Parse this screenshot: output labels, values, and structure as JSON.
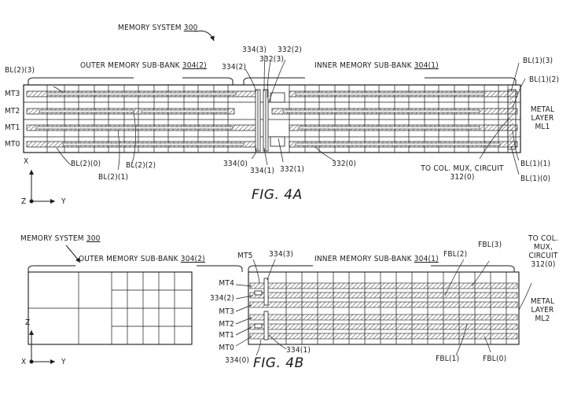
{
  "colors": {
    "ink": "#1a1a1a",
    "hatch": "#6b6b6b",
    "paper": "#ffffff"
  },
  "fig4a": {
    "system_label": "MEMORY SYSTEM",
    "system_ref": "300",
    "outer_prefix": "OUTER MEMORY SUB-BANK",
    "outer_ref": "304(2)",
    "inner_prefix": "INNER MEMORY SUB-BANK",
    "inner_ref": "304(1)",
    "tracks": [
      "MT3",
      "MT2",
      "MT1",
      "MT0"
    ],
    "bl_outer_top": "BL(2)(3)",
    "bl_outer_0": "BL(2)(0)",
    "bl_outer_1": "BL(2)(1)",
    "bl_outer_2": "BL(2)(2)",
    "bl_inner_3": "BL(1)(3)",
    "bl_inner_2": "BL(1)(2)",
    "bl_inner_1": "BL(1)(1)",
    "bl_inner_0": "BL(1)(0)",
    "via_334_2": "334(2)",
    "via_334_3": "334(3)",
    "via_334_0": "334(0)",
    "via_334_1": "334(1)",
    "cut_332_2": "332(2)",
    "cut_332_3": "332(3)",
    "cut_332_1": "332(1)",
    "cut_332_0": "332(0)",
    "metal_layer_line1": "METAL",
    "metal_layer_line2": "LAYER",
    "metal_layer_line3": "ML1",
    "to_col_mux": "TO COL. MUX, CIRCUIT",
    "to_col_mux_ref": "312(0)",
    "axis_z": "Z",
    "axis_x": "X",
    "axis_y": "Y",
    "caption": "FIG. 4A"
  },
  "fig4b": {
    "system_label": "MEMORY SYSTEM",
    "system_ref": "300",
    "outer_prefix": "OUTER MEMORY SUB-BANK",
    "outer_ref": "304(2)",
    "inner_prefix": "INNER MEMORY SUB-BANK",
    "inner_ref": "304(1)",
    "mt5": "MT5",
    "mt4": "MT4",
    "mt3": "MT3",
    "mt2": "MT2",
    "mt1": "MT1",
    "mt0": "MT0",
    "via_334_3": "334(3)",
    "via_334_2": "334(2)",
    "via_334_1": "334(1)",
    "via_334_0": "334(0)",
    "fbl_2": "FBL(2)",
    "fbl_3": "FBL(3)",
    "fbl_1": "FBL(1)",
    "fbl_0": "FBL(0)",
    "to_col_line1": "TO COL.",
    "to_col_line2": "MUX,",
    "to_col_line3": "CIRCUIT",
    "to_col_ref": "312(0)",
    "metal_layer_line1": "METAL",
    "metal_layer_line2": "LAYER",
    "metal_layer_line3": "ML2",
    "axis_z": "Z",
    "axis_x": "X",
    "axis_y": "Y",
    "caption": "FIG. 4B"
  }
}
